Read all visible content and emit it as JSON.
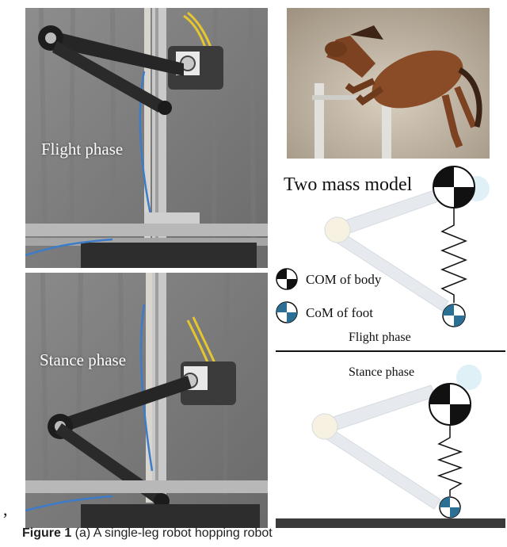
{
  "panels": {
    "top_photo_label": "Flight phase",
    "bottom_photo_label": "Stance phase"
  },
  "model": {
    "title": "Two mass model",
    "legend_body": "COM of body",
    "legend_foot": "CoM of foot",
    "flight_label": "Flight phase",
    "stance_label": "Stance phase"
  },
  "caption": {
    "side_mark": ",",
    "bold_part": "Figure 1",
    "rest": " (a) A single-leg robot hopping robot"
  },
  "colors": {
    "body_marker": "#1a1a1a",
    "foot_marker": "#2b6f94",
    "ground": "#3a3a3a"
  }
}
